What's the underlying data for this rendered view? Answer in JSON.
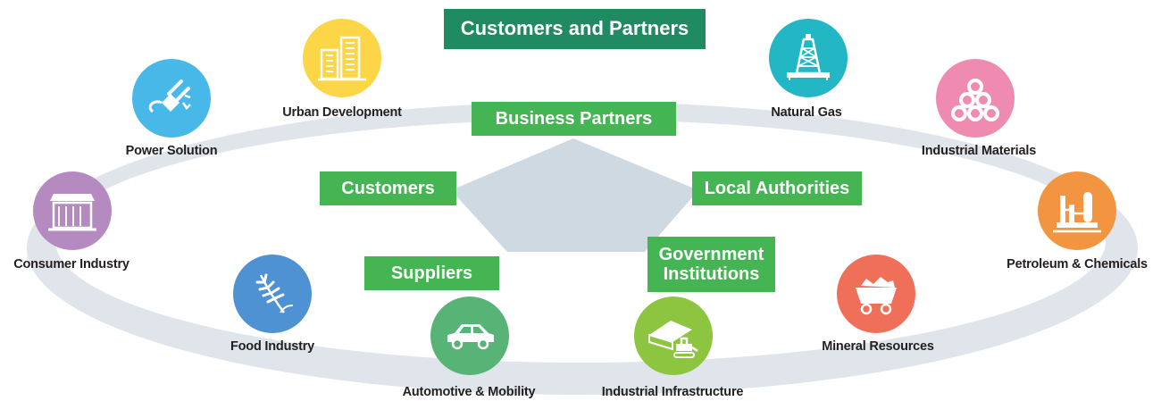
{
  "header": {
    "title": "Customers and Partners"
  },
  "stakeholders": {
    "business_partners": "Business Partners",
    "customers": "Customers",
    "local_authorities": "Local Authorities",
    "suppliers": "Suppliers",
    "government_institutions": "Government Institutions"
  },
  "businesses": {
    "urban_development": "Urban Development",
    "power_solution": "Power Solution",
    "consumer_industry": "Consumer Industry",
    "food_industry": "Food Industry",
    "automotive_mobility": "Automotive & Mobility",
    "industrial_infrastructure": "Industrial Infrastructure",
    "mineral_resources": "Mineral Resources",
    "petroleum_chemicals": "Petroleum & Chemicals",
    "industrial_materials": "Industrial Materials",
    "natural_gas": "Natural Gas"
  },
  "colors": {
    "title_green": "#208a63",
    "badge_green": "#45b553",
    "ring": "#dfe5ea",
    "pentagon": "#ced9e1",
    "urban_development": "#fcd646",
    "power_solution": "#48b8e9",
    "consumer_industry": "#b58ac0",
    "food_industry": "#4f92d3",
    "automotive_mobility": "#58b476",
    "industrial_infrastructure": "#8dc540",
    "mineral_resources": "#ef6f58",
    "petroleum_chemicals": "#f39540",
    "industrial_materials": "#ef8bb0",
    "natural_gas": "#23b6c5"
  },
  "icons": {
    "urban_development": "buildings-icon",
    "power_solution": "plug-icon",
    "consumer_industry": "store-icon",
    "food_industry": "wheat-icon",
    "automotive_mobility": "car-icon",
    "industrial_infrastructure": "factory-bulldozer-icon",
    "mineral_resources": "ore-cart-icon",
    "petroleum_chemicals": "refinery-icon",
    "industrial_materials": "pipes-icon",
    "natural_gas": "drilling-rig-icon"
  }
}
